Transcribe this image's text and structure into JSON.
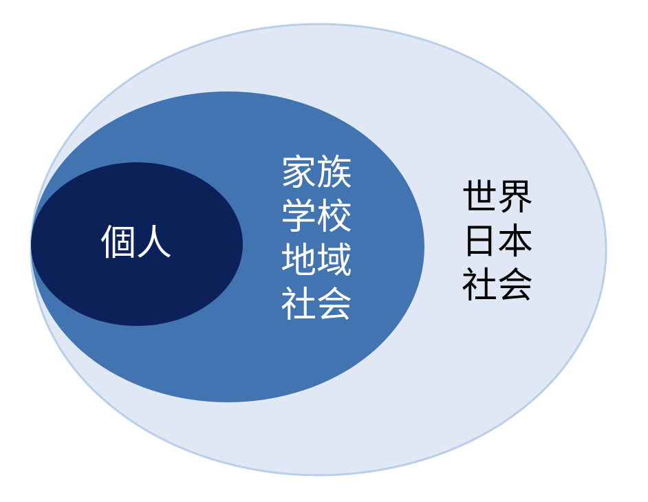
{
  "colors": {
    "outer_fill": "#dfe8f4",
    "outer_stroke": "#b9cfe8",
    "middle_fill": "#4174b0",
    "inner_fill": "#0b2157",
    "light_text": "#ffffff",
    "dark_text": "#000000"
  },
  "inner": {
    "label": "個人"
  },
  "middle": {
    "lines": [
      "家族",
      "学校",
      "地域",
      "社会"
    ]
  },
  "outer": {
    "lines": [
      "世界",
      "日本",
      "社会"
    ]
  }
}
